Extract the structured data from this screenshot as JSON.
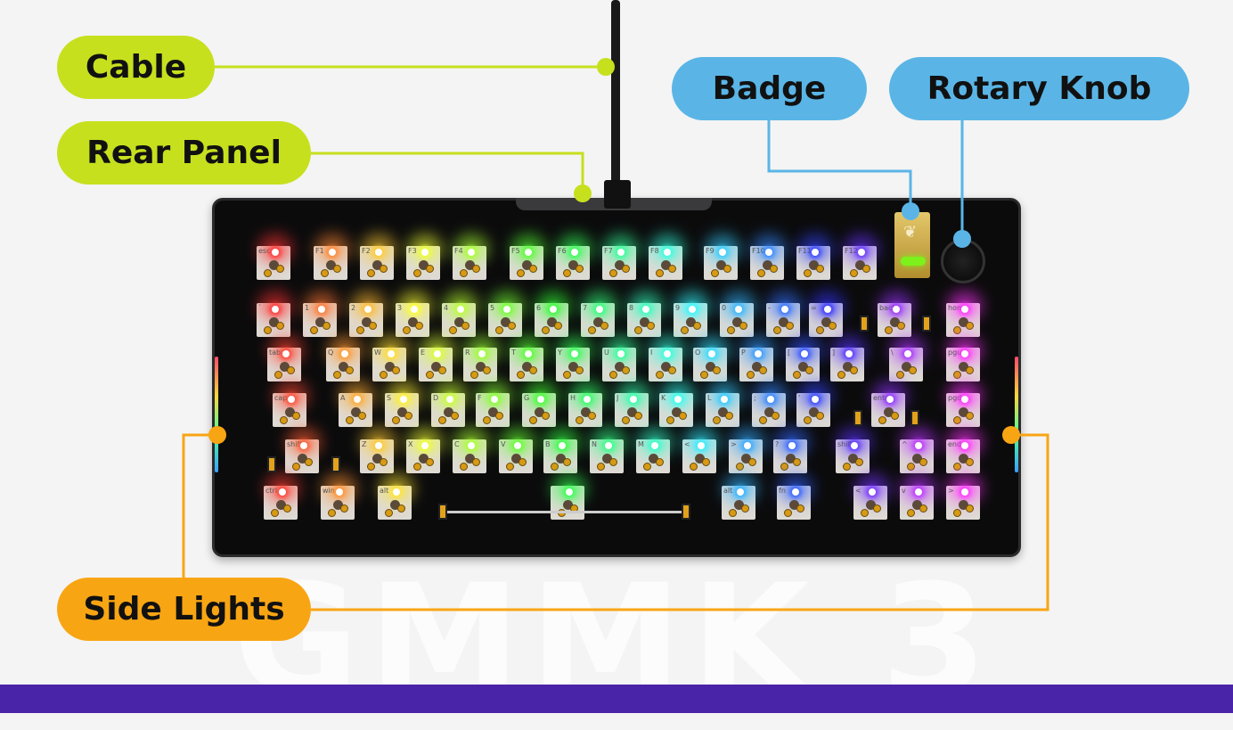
{
  "labels": {
    "cable": "Cable",
    "rear_panel": "Rear Panel",
    "badge": "Badge",
    "rotary_knob": "Rotary Knob",
    "side_lights": "Side Lights"
  },
  "watermark": "GMMK 3",
  "colors": {
    "lime": "#c6e01e",
    "blue": "#5ab5e6",
    "orange": "#f8a514",
    "bottom_bar": "#4a24a8"
  },
  "keys": [
    [
      "esc",
      "F1",
      "F2",
      "F3",
      "F4",
      "F5",
      "F6",
      "F7",
      "F8",
      "F9",
      "F10",
      "F11",
      "F12"
    ],
    [
      "`",
      "1",
      "2",
      "3",
      "4",
      "5",
      "6",
      "7",
      "8",
      "9",
      "0",
      "-",
      "=",
      "back",
      "home"
    ],
    [
      "tab",
      "Q",
      "W",
      "E",
      "R",
      "T",
      "Y",
      "U",
      "I",
      "O",
      "P",
      "[",
      "]",
      "\\",
      "pgup"
    ],
    [
      "caps",
      "A",
      "S",
      "D",
      "F",
      "G",
      "H",
      "J",
      "K",
      "L",
      ";",
      "'",
      "enter",
      "pgdn"
    ],
    [
      "shift",
      "Z",
      "X",
      "C",
      "V",
      "B",
      "N",
      "M",
      "<",
      ">",
      "?",
      "shift",
      "^",
      "end"
    ],
    [
      "ctrl",
      "win",
      "alt",
      "",
      "alt",
      "fn",
      "<",
      "v",
      ">"
    ]
  ]
}
